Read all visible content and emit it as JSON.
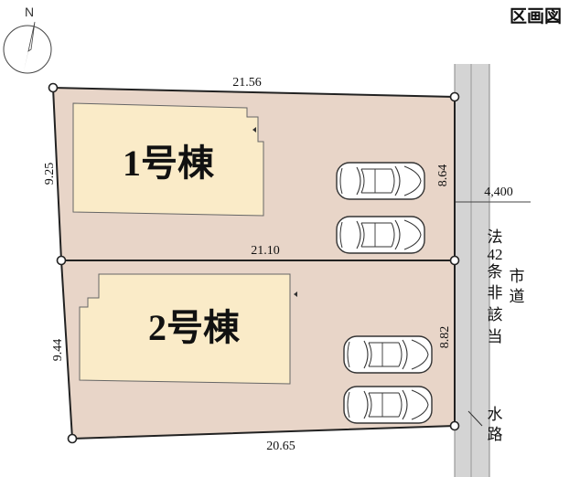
{
  "header": {
    "title": "区画図"
  },
  "compass": {
    "north_label": "N",
    "icon": "north-arrow-icon"
  },
  "lots": [
    {
      "building": "1号棟"
    },
    {
      "building": "2号棟"
    }
  ],
  "dimensions": {
    "lot1_top": "21.56",
    "lot1_left": "9.25",
    "lot1_right": "8.64",
    "shared_boundary": "21.10",
    "lot2_left": "9.44",
    "lot2_right": "8.82",
    "lot2_bottom": "20.65",
    "road_width": "4,400"
  },
  "road": {
    "article_lines": [
      "法",
      "42",
      "条"
    ],
    "status_lines": [
      "非",
      "該",
      "当"
    ],
    "type_lines": [
      "市",
      "道"
    ]
  },
  "waterway": {
    "lines": [
      "水",
      "路"
    ]
  },
  "colors": {
    "lot_fill": "#e8d5c8",
    "building_fill": "#faebc8",
    "road_fill": "#d4d4d4"
  }
}
